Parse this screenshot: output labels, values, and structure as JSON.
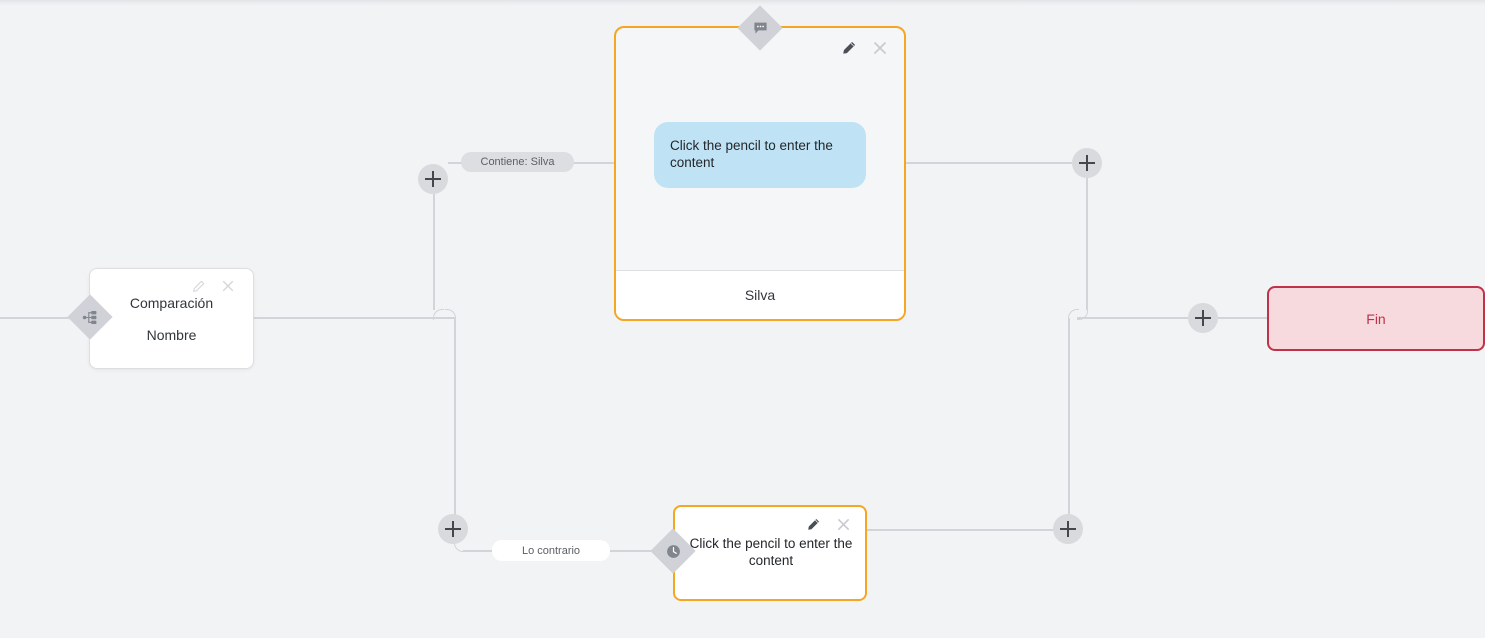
{
  "canvas": {
    "background_color": "#f2f3f5",
    "connector_color": "#d2d4d9"
  },
  "nodes": {
    "comparison": {
      "title": "Comparación",
      "subtitle": "Nombre",
      "handle_icon": "branch-split-icon",
      "edit_icon": "pencil-icon",
      "close_icon": "close-icon"
    },
    "main": {
      "handle_icon": "chat-bubble-icon",
      "edit_icon": "pencil-icon",
      "close_icon": "close-icon",
      "bubble_text": "Click the pencil to enter the content",
      "bubble_color": "#bfe3f5",
      "footer_label": "Silva",
      "border_color": "#f5a623"
    },
    "bottom": {
      "handle_icon": "clock-icon",
      "edit_icon": "pencil-icon",
      "close_icon": "close-icon",
      "text": "Click the pencil to enter the content",
      "border_color": "#f5a623"
    },
    "fin": {
      "label": "Fin",
      "border_color": "#c0314a",
      "fill_color": "#f6dade"
    }
  },
  "edge_labels": {
    "contiene": "Contiene: Silva",
    "lo_contrario": "Lo contrario"
  },
  "add_buttons": {
    "icon": "plus-icon",
    "top_left_label": "+",
    "top_right_label": "+",
    "bottom_left_label": "+",
    "bottom_right_label": "+",
    "fin_label": "+"
  }
}
